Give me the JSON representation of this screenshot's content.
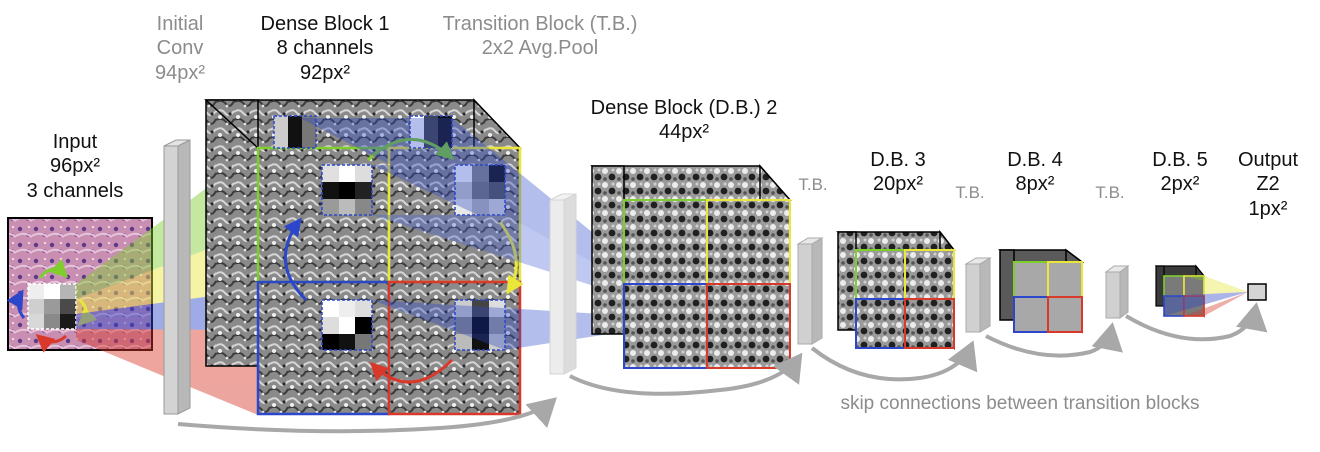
{
  "labels": {
    "input": [
      "Input",
      "96px²",
      "3 channels"
    ],
    "initial_conv": [
      "Initial",
      "Conv",
      "94px²"
    ],
    "dense_block_1": [
      "Dense Block 1",
      "8 channels",
      "92px²"
    ],
    "transition_block": [
      "Transition Block (T.B.)",
      "2x2 Avg.Pool"
    ],
    "dense_block_2": [
      "Dense Block (D.B.) 2",
      "44px²"
    ],
    "tb_short": "T.B.",
    "db3": [
      "D.B. 3",
      "20px²"
    ],
    "db4": [
      "D.B. 4",
      "8px²"
    ],
    "db5": [
      "D.B. 5",
      "2px²"
    ],
    "output": [
      "Output",
      "Z2",
      "1px²"
    ],
    "skip": "skip connections between transition blocks"
  },
  "colors": {
    "yellow": "#e9e83a",
    "green": "#7fce2e",
    "blue": "#2c47c9",
    "red": "#d8392b",
    "arrow_grey": "#a8a8a8",
    "label_grey": "#8c8c8c"
  }
}
